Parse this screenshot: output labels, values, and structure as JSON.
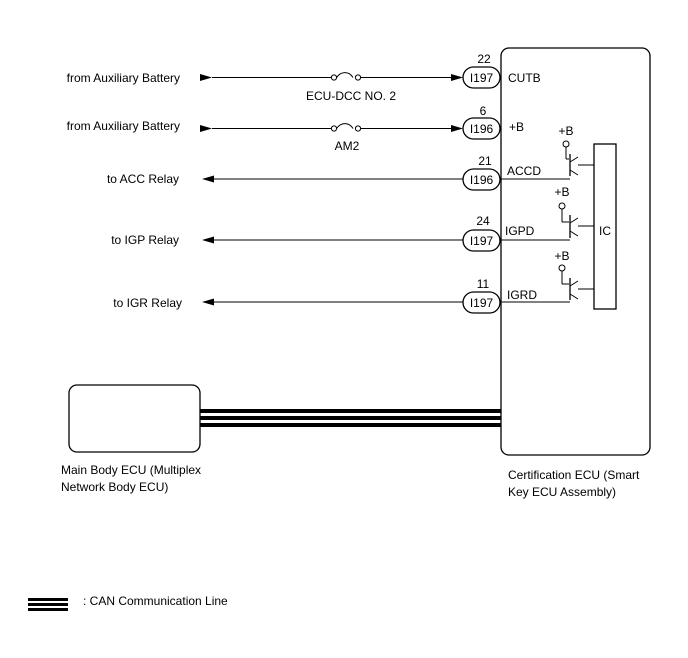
{
  "circuits": [
    {
      "source": "from Auxiliary Battery",
      "fuse": "ECU-DCC NO. 2",
      "pin": "22",
      "connector": "I197",
      "terminal": "CUTB"
    },
    {
      "source": "from Auxiliary Battery",
      "fuse": "AM2",
      "pin": "6",
      "connector": "I196",
      "terminal": "+B"
    },
    {
      "source": "to ACC Relay",
      "pin": "21",
      "connector": "I196",
      "terminal": "ACCD",
      "supply": "+B"
    },
    {
      "source": "to IGP Relay",
      "pin": "24",
      "connector": "I197",
      "terminal": "IGPD",
      "supply": "+B"
    },
    {
      "source": "to IGR Relay",
      "pin": "11",
      "connector": "I197",
      "terminal": "IGRD",
      "supply": "+B"
    }
  ],
  "ic_label": "IC",
  "main_body_ecu": {
    "line1": "Main Body ECU (Multiplex",
    "line2": "Network Body ECU)"
  },
  "certification_ecu": {
    "line1": "Certification ECU (Smart",
    "line2": "Key ECU Assembly)"
  },
  "legend": {
    "can_line": ": CAN Communication Line"
  }
}
